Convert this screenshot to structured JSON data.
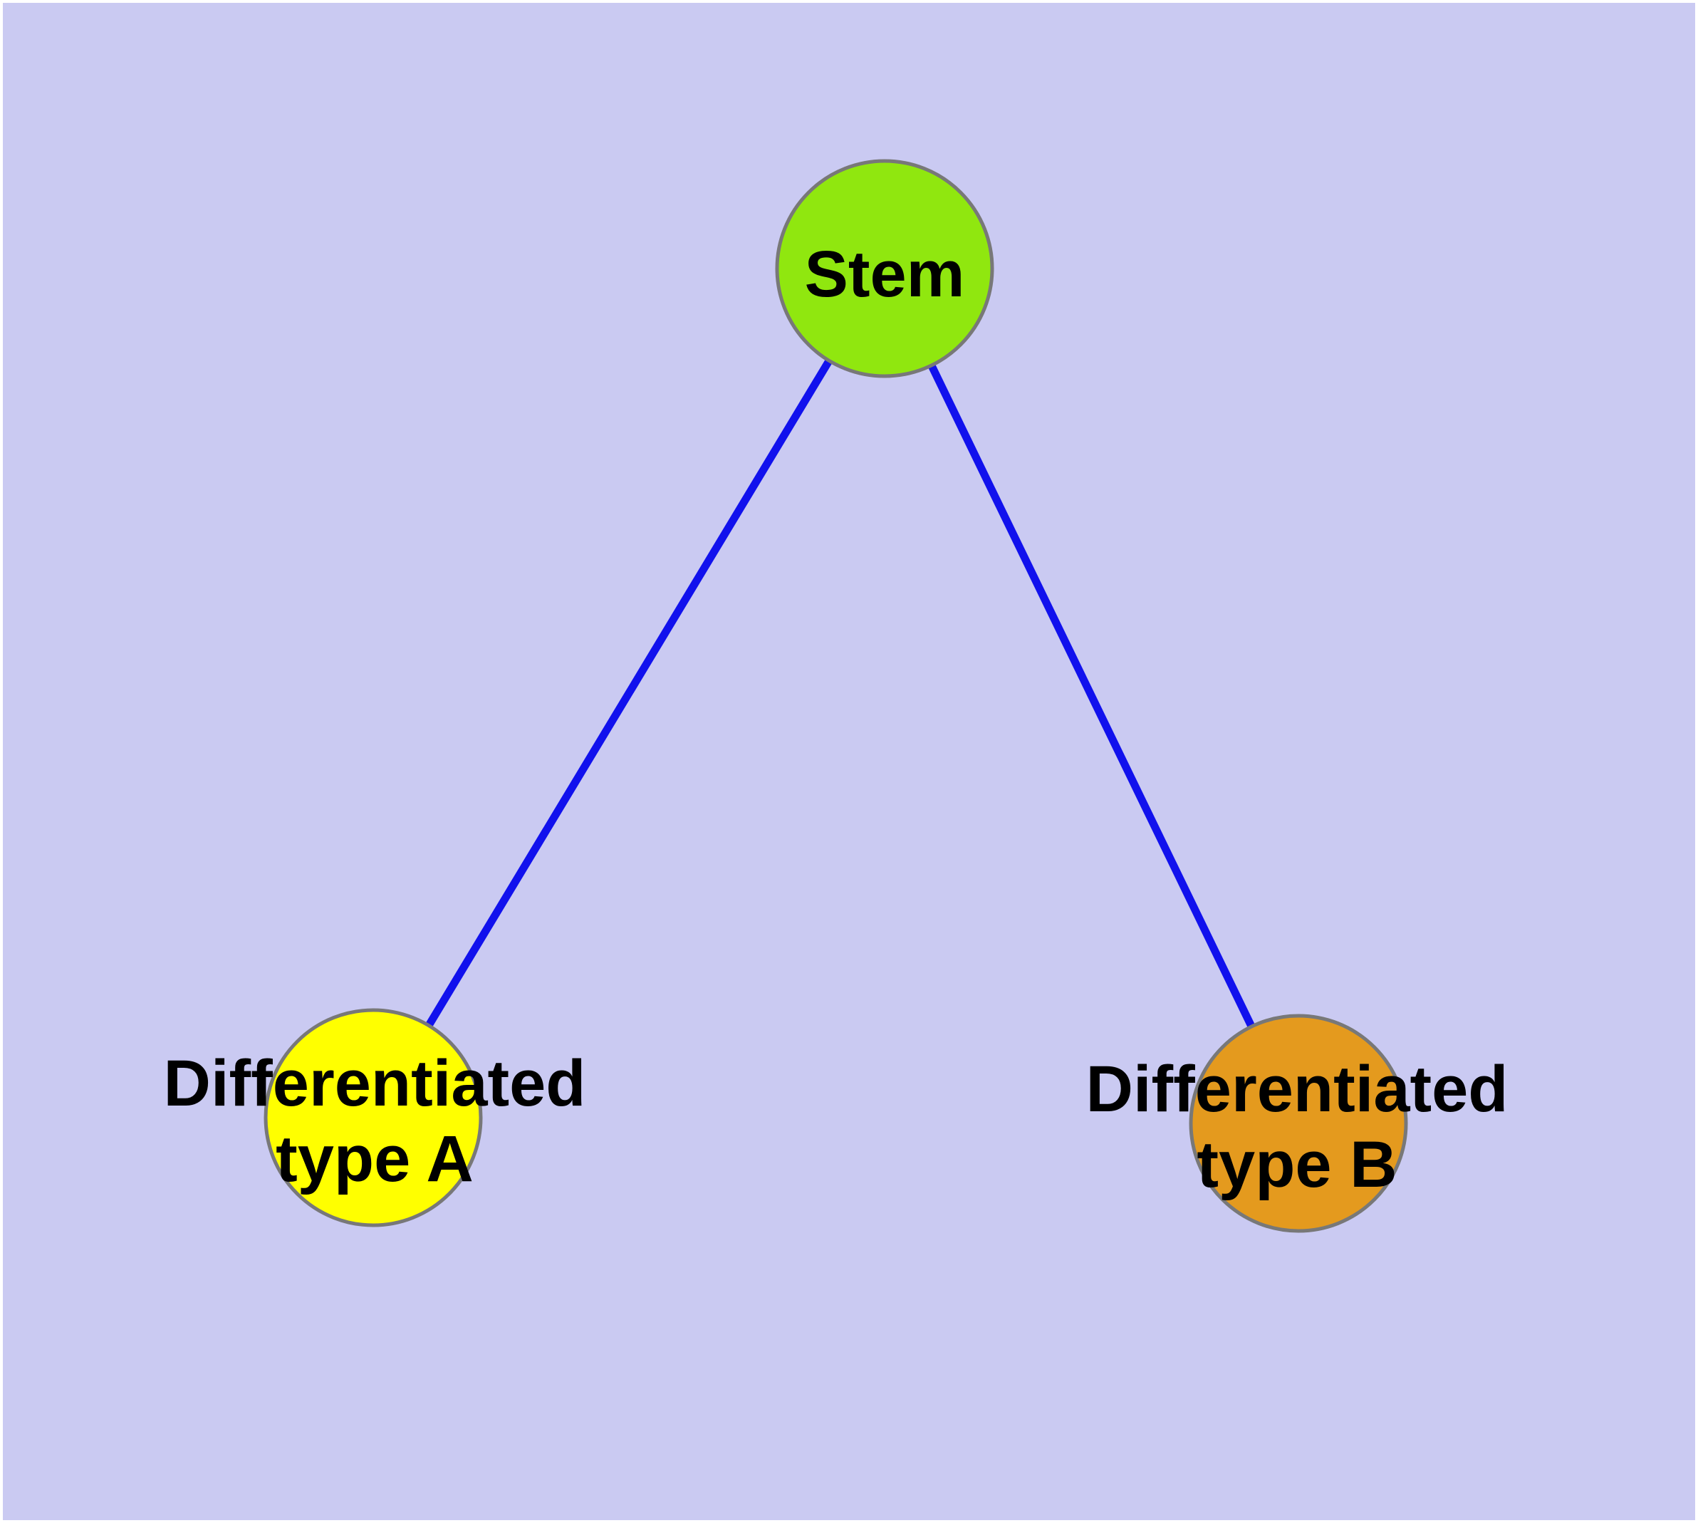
{
  "diagram": {
    "type": "node-link-graph",
    "background_color": "#CACAF2",
    "edge_color": "#1111ED",
    "node_border_color": "#787878",
    "label_color": "#000000",
    "nodes": {
      "stem": {
        "label": "Stem",
        "fill": "#90E70F"
      },
      "type_a": {
        "label": "Differentiated type A",
        "line1": "Differentiated",
        "line2": "type A",
        "fill": "#FFFF00"
      },
      "type_b": {
        "label": "Differentiated type B",
        "line1": "Differentiated",
        "line2": "type B",
        "fill": "#E49A1E"
      }
    },
    "edges": [
      {
        "from": "Stem",
        "to": "Differentiated type A"
      },
      {
        "from": "Stem",
        "to": "Differentiated type B"
      }
    ]
  }
}
